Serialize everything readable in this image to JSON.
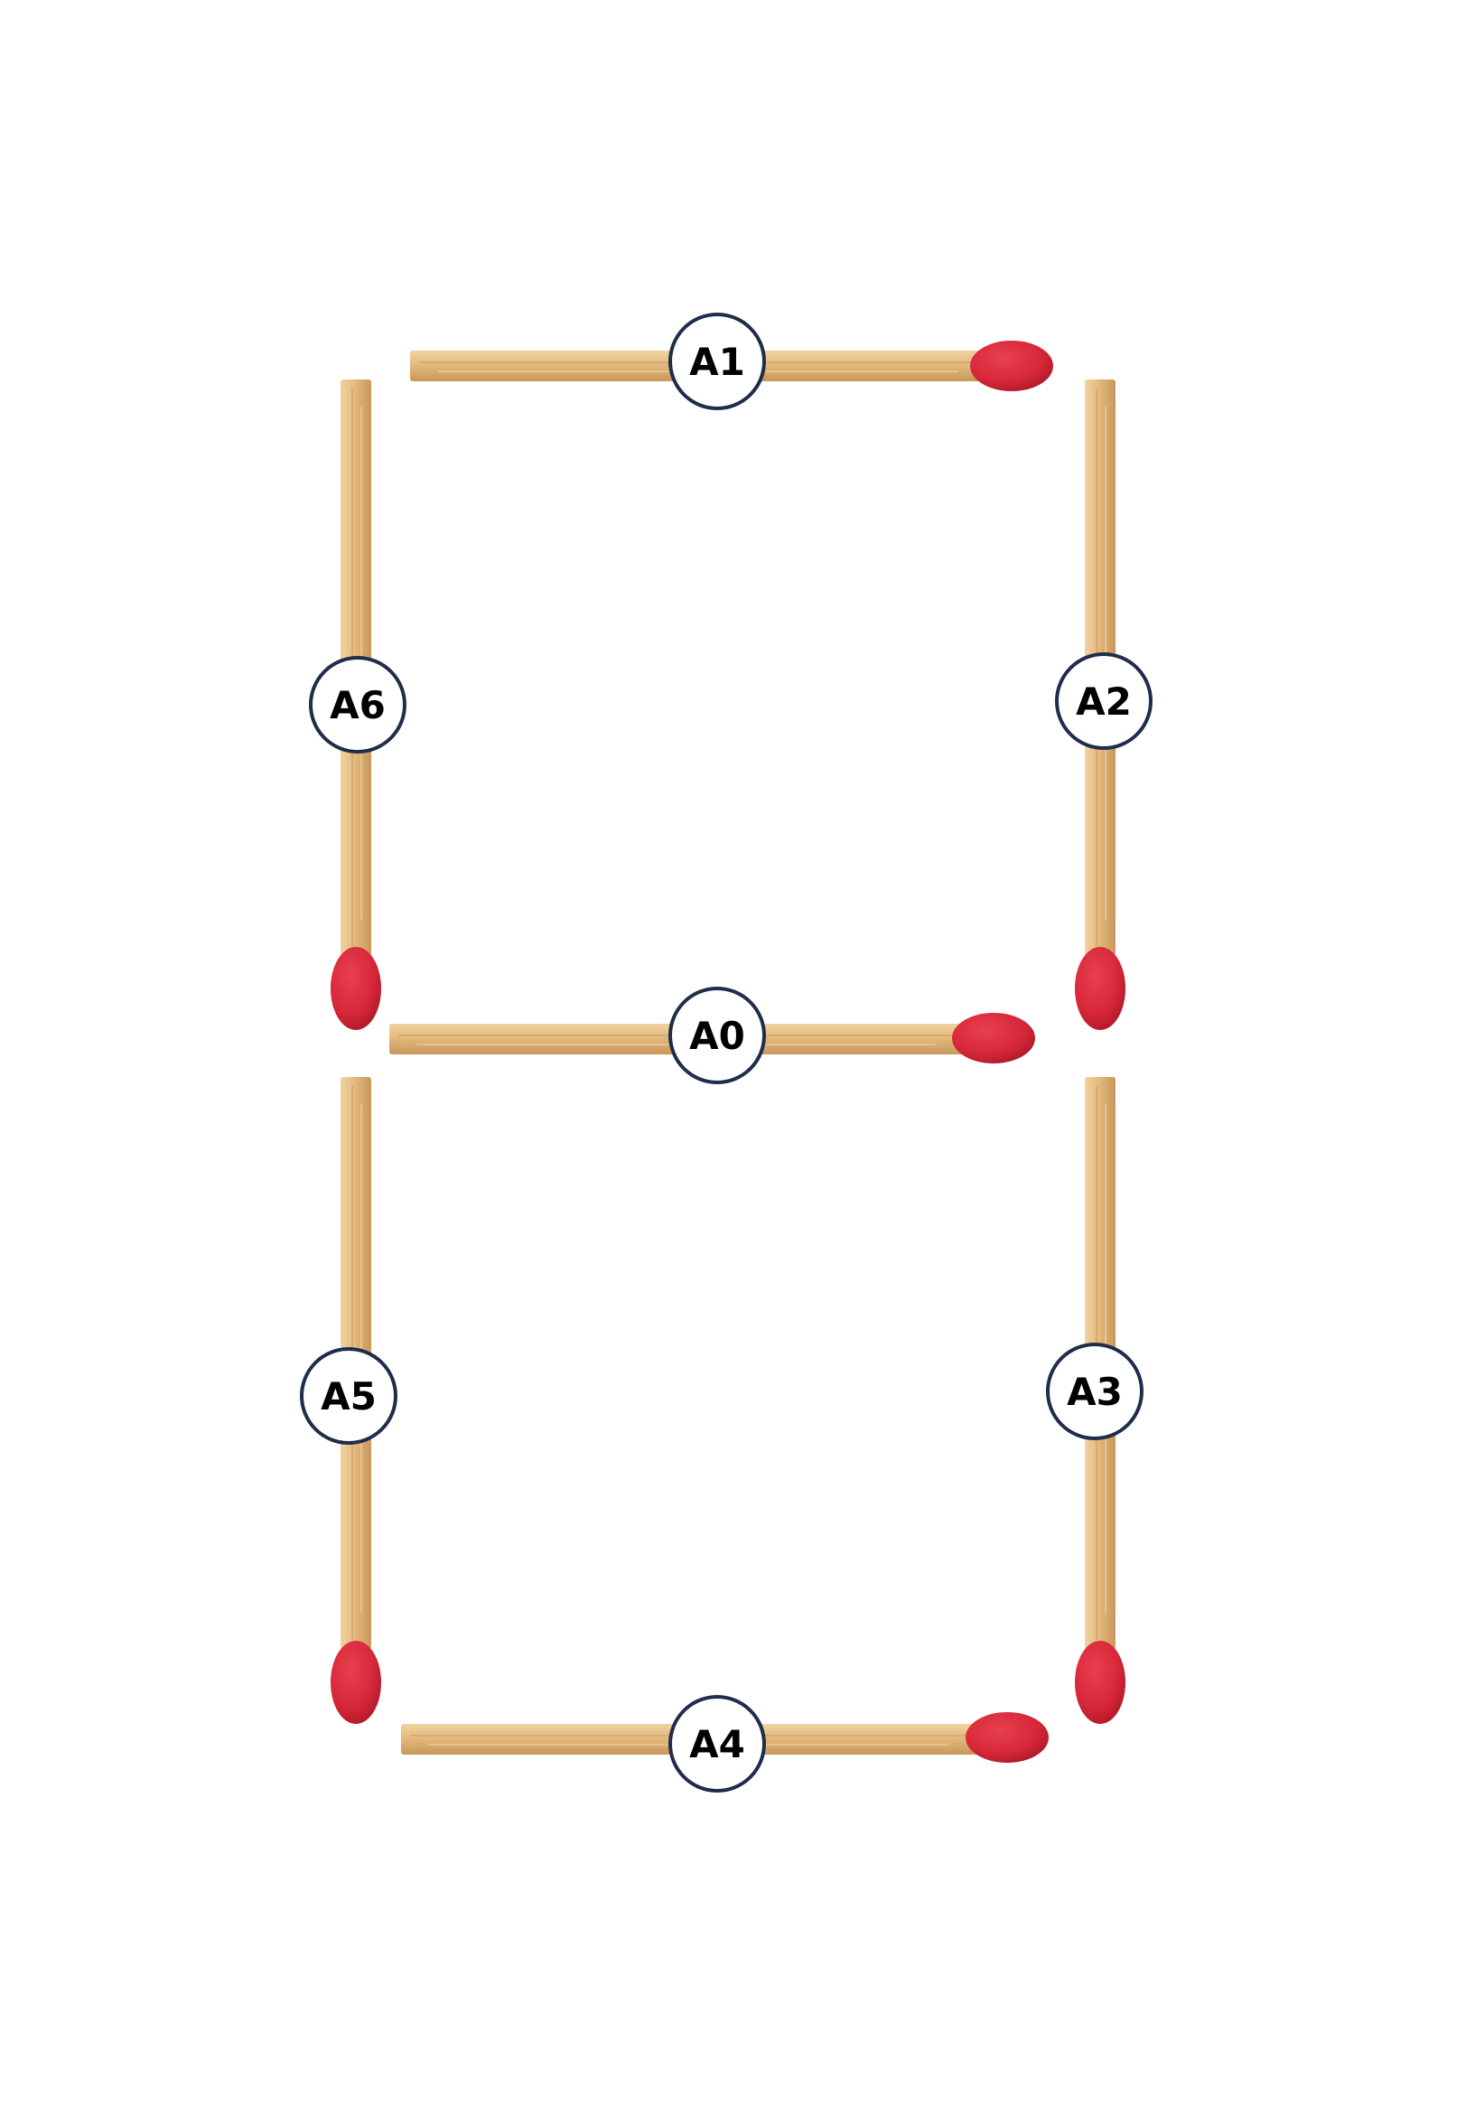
{
  "puzzle": {
    "matches": [
      {
        "id": "A1",
        "label": "A1",
        "orientation": "horizontal",
        "head": "right"
      },
      {
        "id": "A2",
        "label": "A2",
        "orientation": "vertical",
        "head": "bottom"
      },
      {
        "id": "A6",
        "label": "A6",
        "orientation": "vertical",
        "head": "bottom"
      },
      {
        "id": "A0",
        "label": "A0",
        "orientation": "horizontal",
        "head": "right"
      },
      {
        "id": "A5",
        "label": "A5",
        "orientation": "vertical",
        "head": "bottom"
      },
      {
        "id": "A3",
        "label": "A3",
        "orientation": "vertical",
        "head": "bottom"
      },
      {
        "id": "A4",
        "label": "A4",
        "orientation": "horizontal",
        "head": "right"
      }
    ]
  },
  "colors": {
    "stick": "#e3ba7f",
    "stick_shade": "#c9975a",
    "stick_highlight": "#f1d3a0",
    "head": "#d7283a",
    "head_shade": "#a81525",
    "label_border": "#1f2d4a",
    "label_fill": "#ffffff",
    "label_text": "#000000"
  }
}
